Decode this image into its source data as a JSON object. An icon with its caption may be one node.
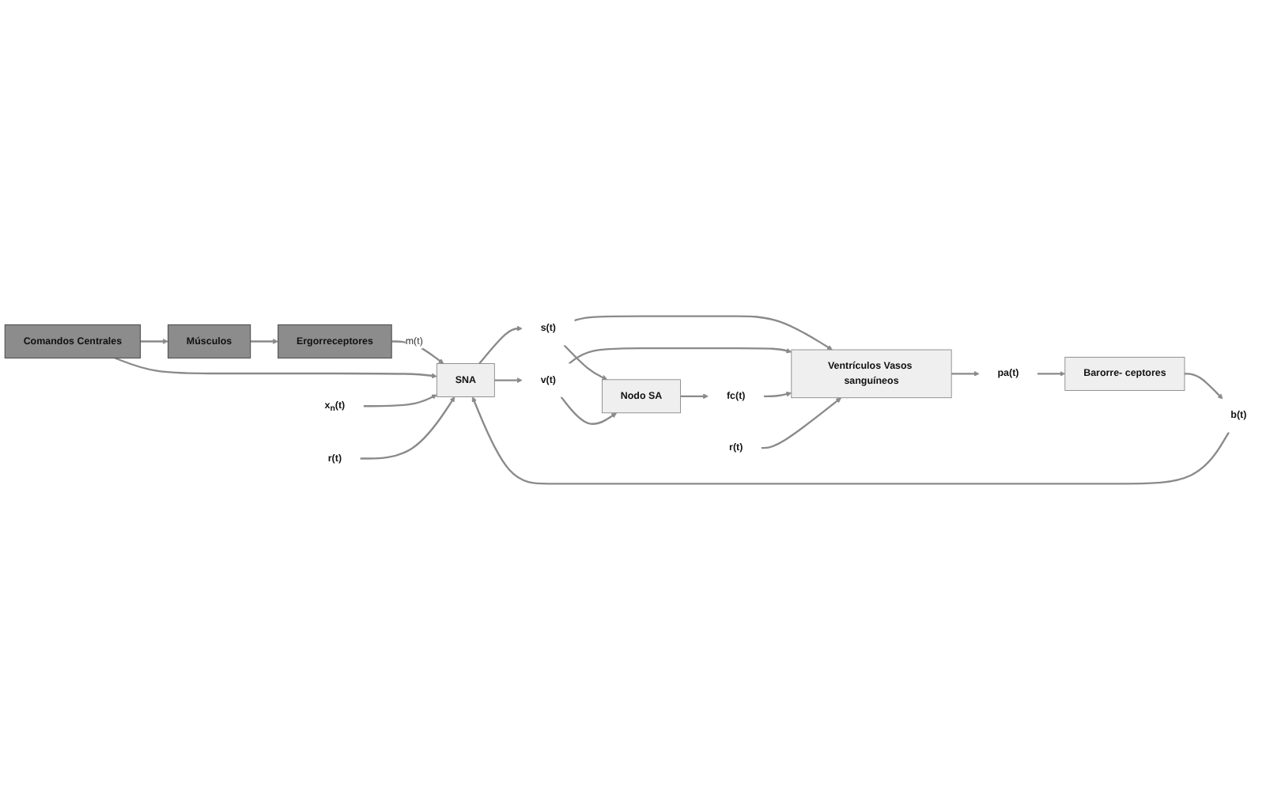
{
  "diagram": {
    "nodes": [
      {
        "text": [
          "Músculos"
        ]
      },
      {
        "text": [
          "Comandos Centrales"
        ]
      },
      {
        "text": [
          "Ergorreceptores"
        ]
      },
      {
        "text": [
          "x$_{n}$(t)"
        ]
      },
      {
        "text": [
          "SNA"
        ]
      },
      {
        "text": [
          "r(t)"
        ]
      },
      {
        "text": [
          "s(t)"
        ]
      },
      {
        "text": [
          "v(t)"
        ]
      },
      {
        "text": [
          "Nodo SA"
        ]
      },
      {
        "text": [
          "fc(t)"
        ]
      },
      {
        "text": [
          "b(t)"
        ]
      },
      {
        "text": [
          "Barorre- ceptores"
        ]
      },
      {
        "text": [
          "pa(t)"
        ]
      },
      {
        "text": [
          "Ventrículos Vasos sanguíneos"
        ]
      },
      {
        "text": [
          "r(t)"
        ]
      }
    ],
    "edges": [
      {
        "from": 1,
        "to": 0,
        "arrow": "to"
      },
      {
        "from": 0,
        "to": 2,
        "arrow": "to"
      },
      {
        "from": 2,
        "to": 4,
        "arrow": "to",
        "label": "m(t)"
      },
      {
        "from": 1,
        "to": 4,
        "arrow": "to"
      },
      {
        "from": 3,
        "to": 4,
        "arrow": "to"
      },
      {
        "from": 10,
        "to": 4,
        "arrow": "to"
      },
      {
        "from": 5,
        "to": 4,
        "arrow": "to"
      },
      {
        "from": 4,
        "to": 6,
        "arrow": "to"
      },
      {
        "from": 4,
        "to": 7,
        "arrow": "to"
      },
      {
        "from": 6,
        "to": 8,
        "arrow": "to"
      },
      {
        "from": 7,
        "to": 8,
        "arrow": "to"
      },
      {
        "from": 6,
        "to": 13,
        "arrow": "to"
      },
      {
        "from": 7,
        "to": 13,
        "arrow": "to"
      },
      {
        "from": 8,
        "to": 9,
        "arrow": "to"
      },
      {
        "from": 9,
        "to": 13,
        "arrow": "to"
      },
      {
        "from": 14,
        "to": 13,
        "arrow": "to"
      },
      {
        "from": 13,
        "to": 12,
        "arrow": "to"
      },
      {
        "from": 12,
        "to": 11,
        "arrow": "to"
      },
      {
        "from": 11,
        "to": 10,
        "arrow": "to"
      }
    ]
  }
}
